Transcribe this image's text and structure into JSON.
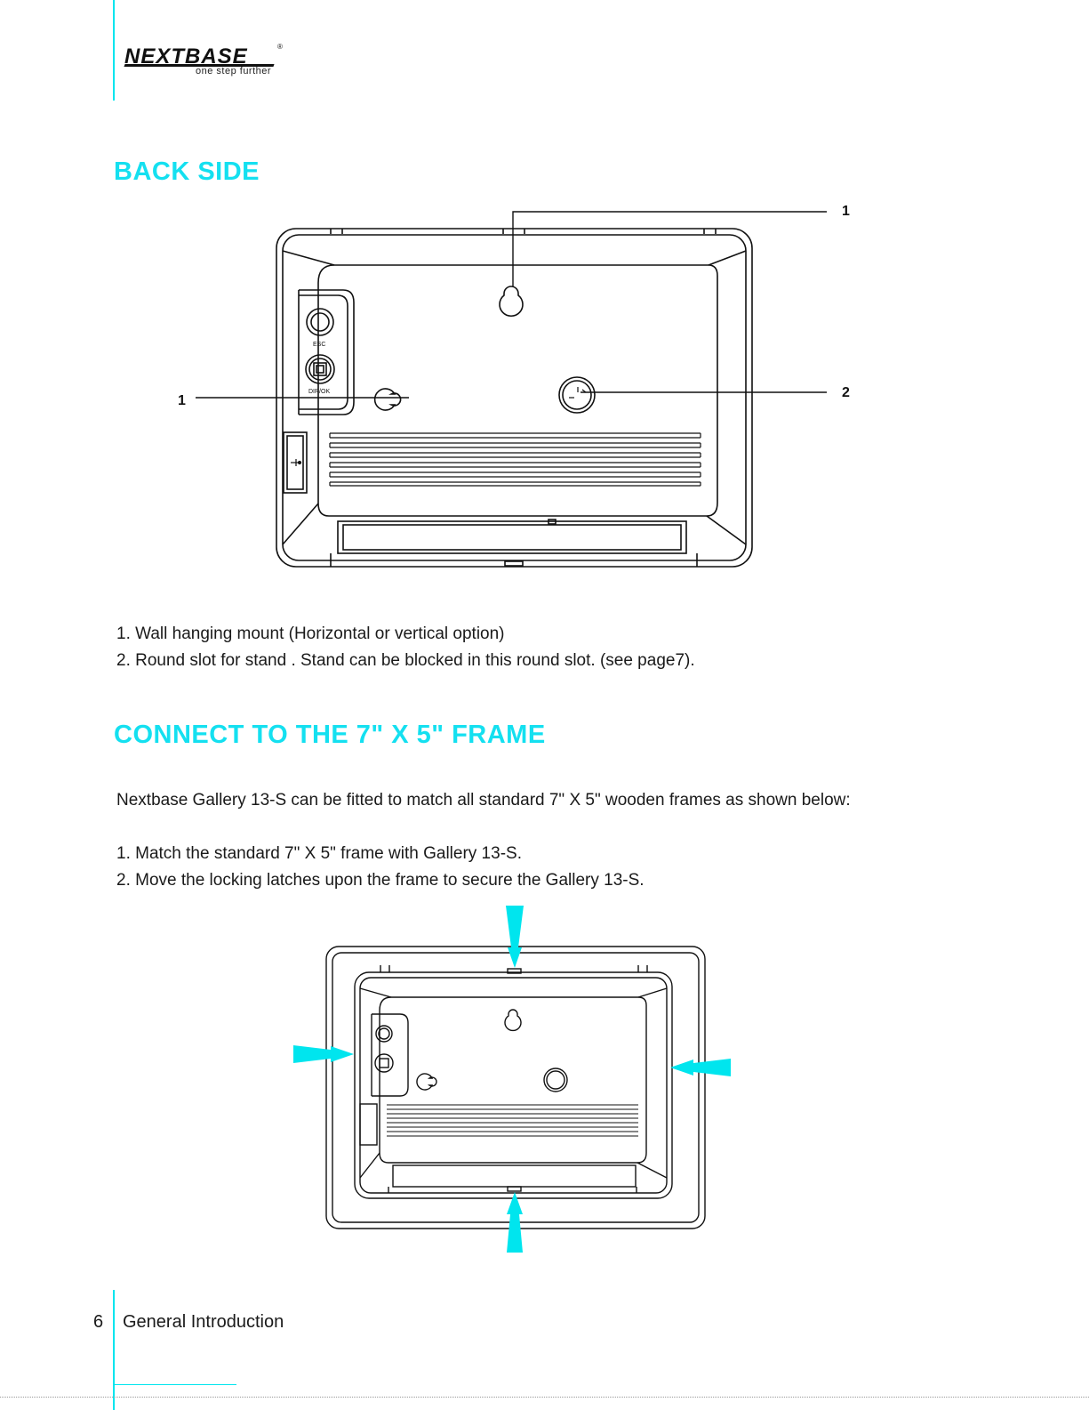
{
  "brand": {
    "name": "NEXTBASE",
    "tagline": "one step further",
    "registered_mark": "®"
  },
  "section_back_side": {
    "heading": "BACK SIDE",
    "callouts": {
      "top_right": "1",
      "left": "1",
      "right": "2"
    },
    "device_labels": {
      "esc": "ESC",
      "dir_ok": "DIR/OK"
    },
    "items": [
      "1. Wall hanging mount (Horizontal or vertical option)",
      "2. Round slot for stand . Stand can be blocked in this round slot. (see page7)."
    ]
  },
  "section_connect": {
    "heading": "CONNECT TO THE 7\" X 5\" FRAME",
    "intro": "Nextbase Gallery 13-S can be fitted to match all standard 7\" X 5\" wooden frames as shown below:",
    "steps": [
      "1. Match the standard 7\" X 5\" frame with Gallery 13-S.",
      "2. Move the locking latches upon the frame to secure the Gallery 13-S."
    ]
  },
  "footer": {
    "page_number": "6",
    "section": "General Introduction"
  },
  "colors": {
    "accent": "#14e0f0",
    "arrow": "#00e5ee",
    "text": "#1a1a1a"
  }
}
